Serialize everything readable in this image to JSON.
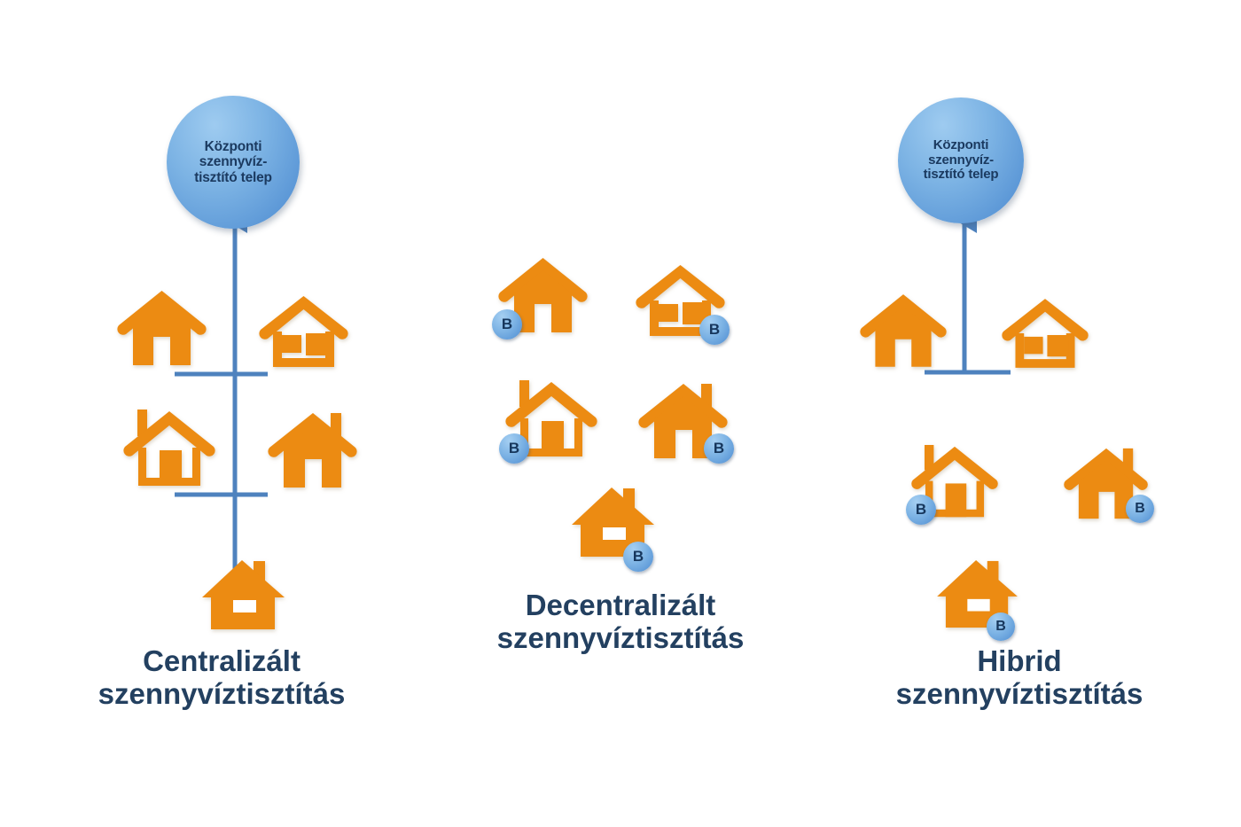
{
  "diagram": {
    "title_text_visible": false,
    "background": "#ffffff",
    "colors": {
      "house_orange": "#EC8B12",
      "pipe_blue": "#4E82BE",
      "bubble_blue_light": "#9ECBF0",
      "bubble_blue_dark": "#4F8BCD",
      "caption_navy": "#234060",
      "badge_letter": "#16365C"
    },
    "plant_label": "Központi\nszennyvíz-\ntisztító telep",
    "badge_letter": "B",
    "panels": [
      {
        "id": "centralized",
        "caption": "Centralizált\nszennyvíztisztítás",
        "has_central_plant": true,
        "house_count": 5,
        "treated_house_count": 0,
        "houses": [
          {
            "name": "house-solid-plain",
            "style": "solid",
            "feature": "door",
            "chimney": false,
            "badge": false
          },
          {
            "name": "house-outline-window",
            "style": "outline",
            "feature": "window",
            "chimney": false,
            "badge": false
          },
          {
            "name": "house-outline-chimney-door",
            "style": "outline",
            "feature": "door",
            "chimney": true,
            "badge": false
          },
          {
            "name": "house-solid-chimney-door",
            "style": "solid",
            "feature": "door",
            "chimney": true,
            "badge": false
          },
          {
            "name": "house-solid-chimney-slot",
            "style": "solid",
            "feature": "slot",
            "chimney": true,
            "badge": false
          }
        ]
      },
      {
        "id": "decentralized",
        "caption": "Decentralizált\nszennyvíztisztítás",
        "has_central_plant": false,
        "house_count": 5,
        "treated_house_count": 5,
        "houses": [
          {
            "name": "house-solid-plain",
            "style": "solid",
            "feature": "door",
            "chimney": false,
            "badge": true
          },
          {
            "name": "house-outline-window",
            "style": "outline",
            "feature": "window",
            "chimney": false,
            "badge": true
          },
          {
            "name": "house-outline-chimney-door",
            "style": "outline",
            "feature": "door",
            "chimney": true,
            "badge": true
          },
          {
            "name": "house-solid-chimney-door",
            "style": "solid",
            "feature": "door",
            "chimney": true,
            "badge": true
          },
          {
            "name": "house-solid-chimney-slot",
            "style": "solid",
            "feature": "slot",
            "chimney": true,
            "badge": true
          }
        ]
      },
      {
        "id": "hybrid",
        "caption": "Hibrid\nszennyvíztisztítás",
        "has_central_plant": true,
        "house_count": 5,
        "treated_house_count": 3,
        "houses": [
          {
            "name": "house-solid-plain",
            "style": "solid",
            "feature": "door",
            "chimney": false,
            "badge": false
          },
          {
            "name": "house-outline-window",
            "style": "outline",
            "feature": "window",
            "chimney": false,
            "badge": false
          },
          {
            "name": "house-outline-chimney-door",
            "style": "outline",
            "feature": "door",
            "chimney": true,
            "badge": true
          },
          {
            "name": "house-solid-chimney-door",
            "style": "solid",
            "feature": "door",
            "chimney": true,
            "badge": true
          },
          {
            "name": "house-solid-chimney-slot",
            "style": "solid",
            "feature": "slot",
            "chimney": true,
            "badge": true
          }
        ]
      }
    ]
  }
}
